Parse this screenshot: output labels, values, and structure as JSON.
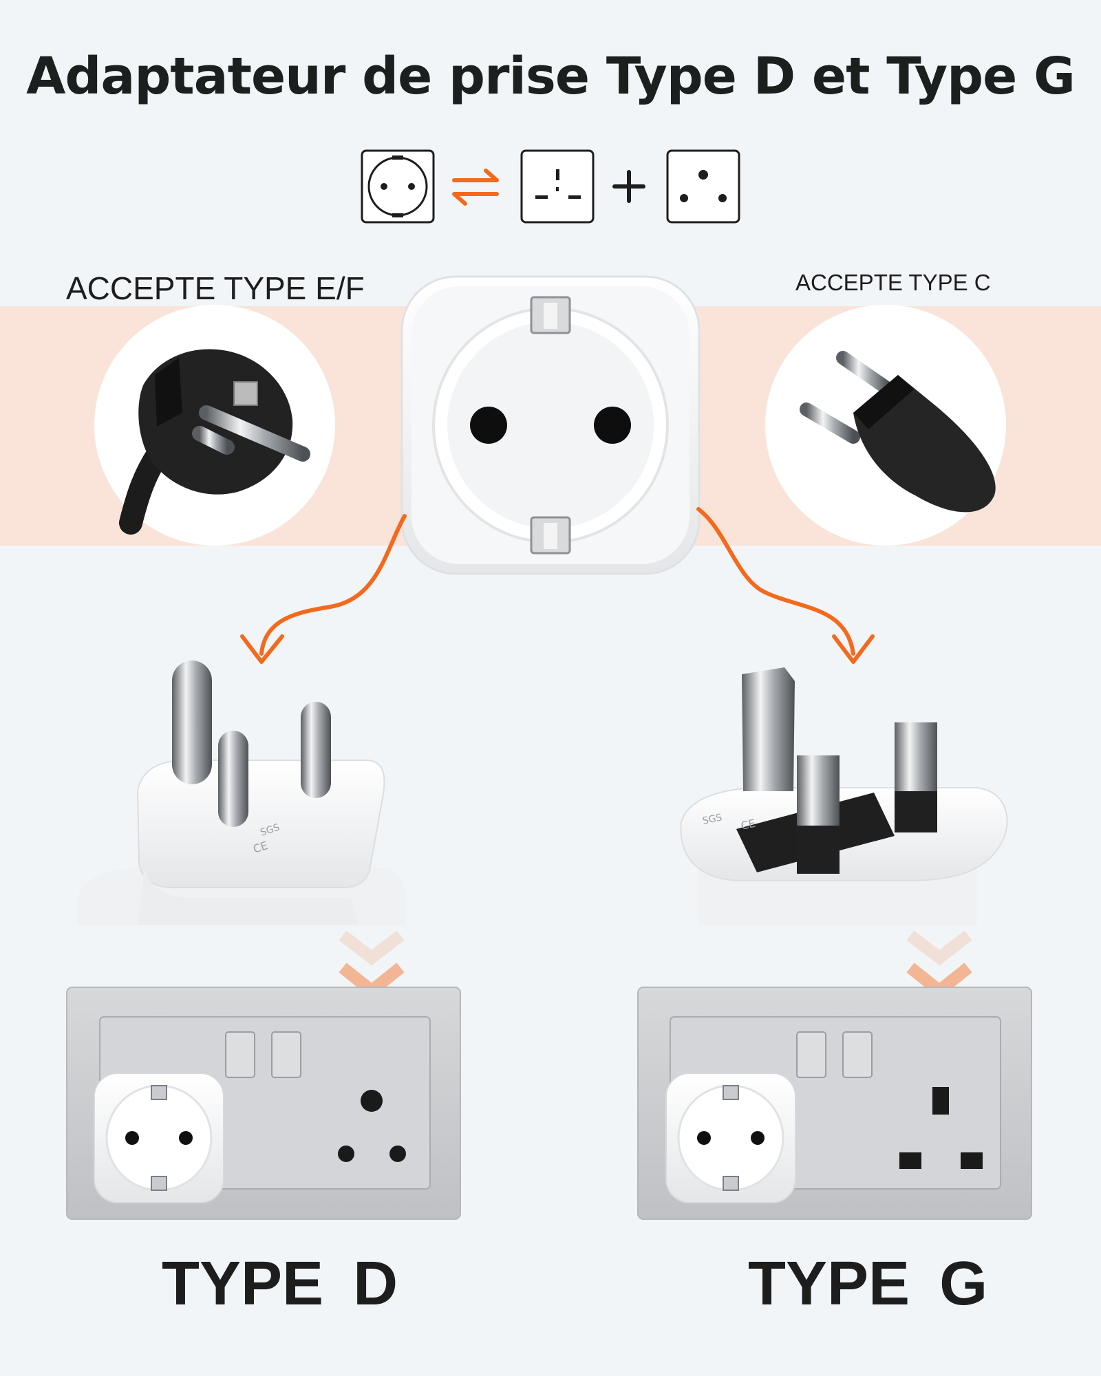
{
  "title": "Adaptateur de prise Type D et Type G",
  "labels": {
    "accept_left": "ACCEPTE TYPE E/F",
    "accept_right": "ACCEPTE TYPE C",
    "type_d": "TYPE D",
    "type_g": "TYPE G"
  },
  "icons": {
    "top_row": [
      "schuko-socket-icon",
      "swap-arrows-icon",
      "type-d-pattern-icon",
      "plus-icon",
      "type-m-pattern-icon"
    ],
    "plug_left": "type-e-f-plug-icon",
    "plug_right": "type-c-plug-icon"
  },
  "colors": {
    "accent": "#f36a1d",
    "band": "#fae4d9",
    "background": "#f1f5f8",
    "wall_plate": "#c9cbce"
  }
}
